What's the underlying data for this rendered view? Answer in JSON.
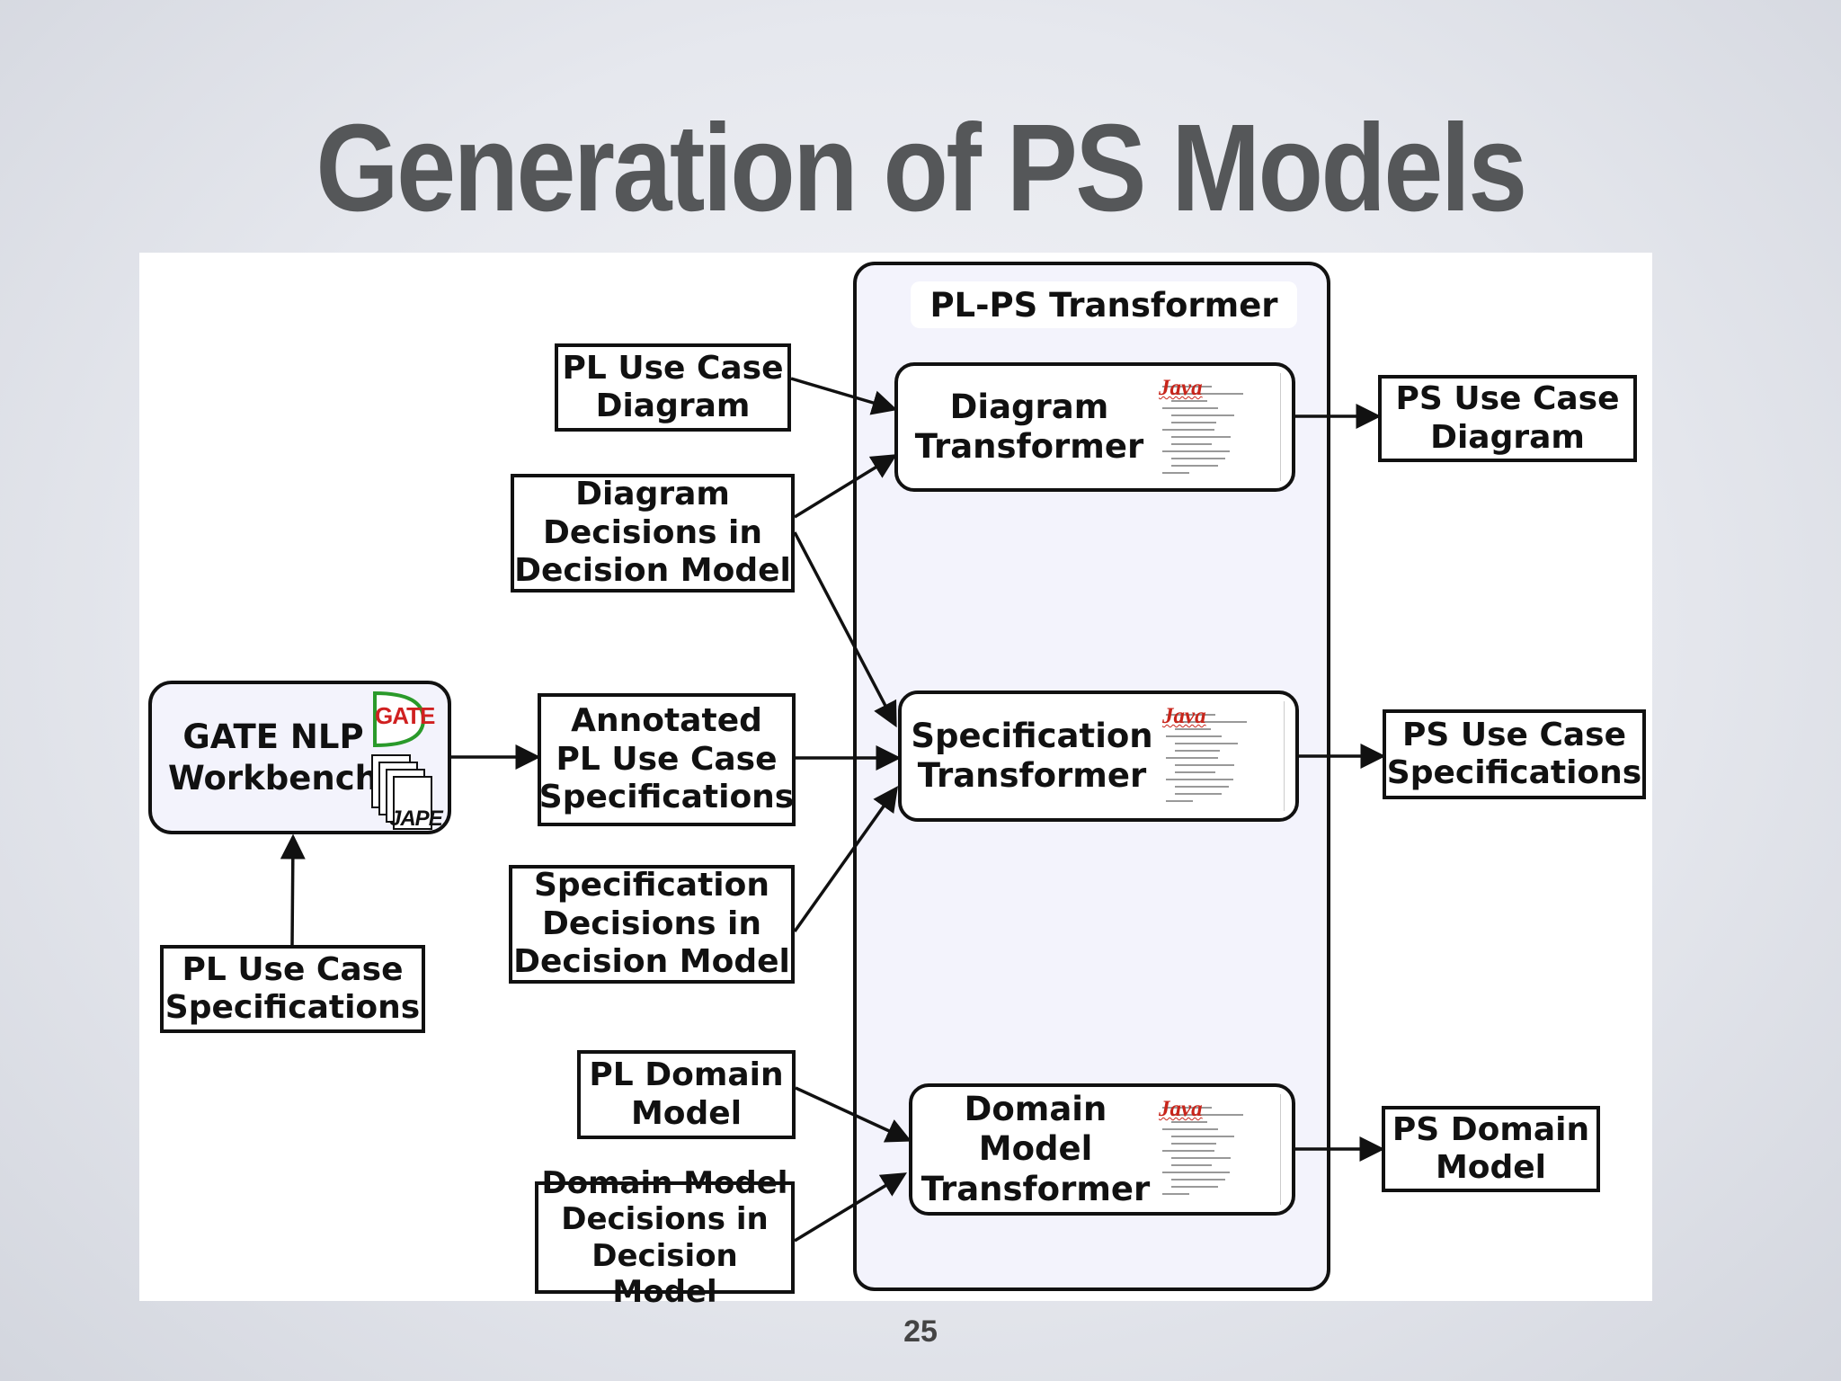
{
  "slide": {
    "title": "Generation of PS Models",
    "page_number": "25"
  },
  "diagram": {
    "container_title": "PL-PS Transformer",
    "transformers": {
      "diagram": "Diagram\nTransformer",
      "specification": "Specification\nTransformer",
      "domain": "Domain\nModel\nTransformer",
      "logo_text": "Java"
    },
    "inputs": {
      "pl_use_case_diagram": "PL Use Case\nDiagram",
      "diagram_decisions": "Diagram\nDecisions in\nDecision Model",
      "annotated_specs": "Annotated\nPL Use Case\nSpecifications",
      "specification_decisions": "Specification\nDecisions in\nDecision Model",
      "pl_domain_model": "PL Domain\nModel",
      "domain_model_decisions": "Domain Model\nDecisions in\nDecision Model",
      "pl_use_case_specs": "PL Use Case\nSpecifications"
    },
    "gate": {
      "label": "GATE NLP\nWorkbench",
      "logo_text": "GATE",
      "jape_text": "JAPE"
    },
    "outputs": {
      "ps_use_case_diagram": "PS Use Case\nDiagram",
      "ps_use_case_specs": "PS Use Case\nSpecifications",
      "ps_domain_model": "PS Domain\nModel"
    }
  }
}
